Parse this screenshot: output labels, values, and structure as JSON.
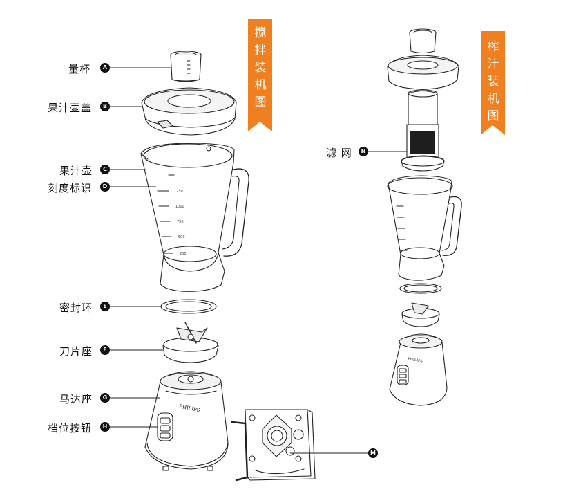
{
  "banners": {
    "blender": "搅拌装机图",
    "juicer": "榨汁装机图"
  },
  "labels": {
    "A": {
      "text": "量杯",
      "letter": "A"
    },
    "B": {
      "text": "果汁壶盖",
      "letter": "B"
    },
    "C": {
      "text": "果汁壶",
      "letter": "C"
    },
    "D": {
      "text": "刻度标识",
      "letter": "D"
    },
    "E": {
      "text": "密封环",
      "letter": "E"
    },
    "F": {
      "text": "刀片座",
      "letter": "F"
    },
    "G": {
      "text": "马达座",
      "letter": "G"
    },
    "H": {
      "text": "档位按钮",
      "letter": "H"
    },
    "N": {
      "text": "滤 网",
      "letter": "N"
    },
    "M": {
      "letter": "M"
    }
  },
  "brand": "PHILIPS",
  "jug_scale": [
    "1250",
    "1000",
    "750",
    "500",
    "250"
  ],
  "colors": {
    "banner": "#f07f1f",
    "line": "#222222",
    "filter": "#1e1e1e"
  }
}
